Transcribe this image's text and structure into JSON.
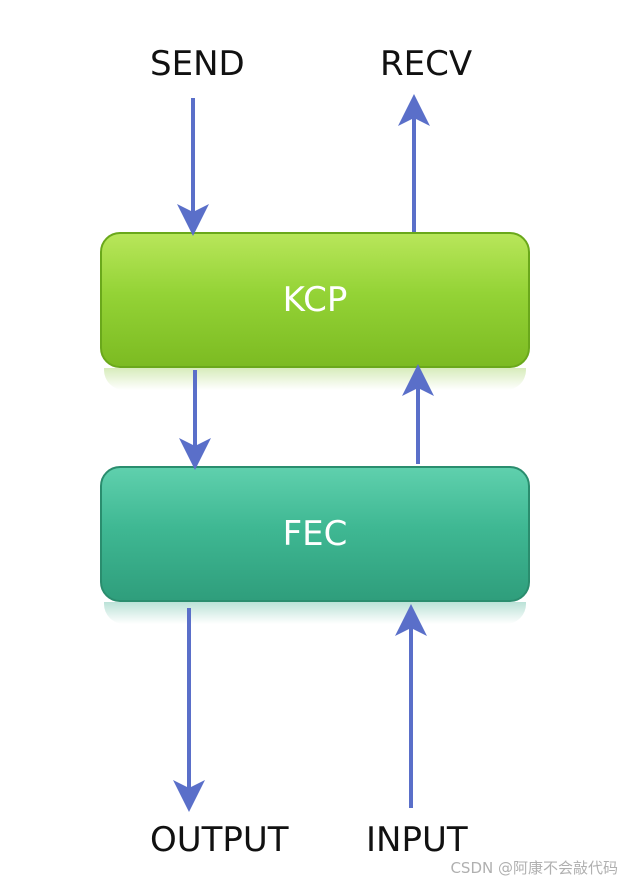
{
  "labels": {
    "send": "SEND",
    "recv": "RECV",
    "output": "OUTPUT",
    "input": "INPUT"
  },
  "boxes": {
    "kcp": "KCP",
    "fec": "FEC"
  },
  "watermark": "CSDN @阿康不会敲代码",
  "colors": {
    "arrow": "#5a6fc9",
    "kcp_box": "#94d336",
    "fec_box": "#3fb893"
  }
}
